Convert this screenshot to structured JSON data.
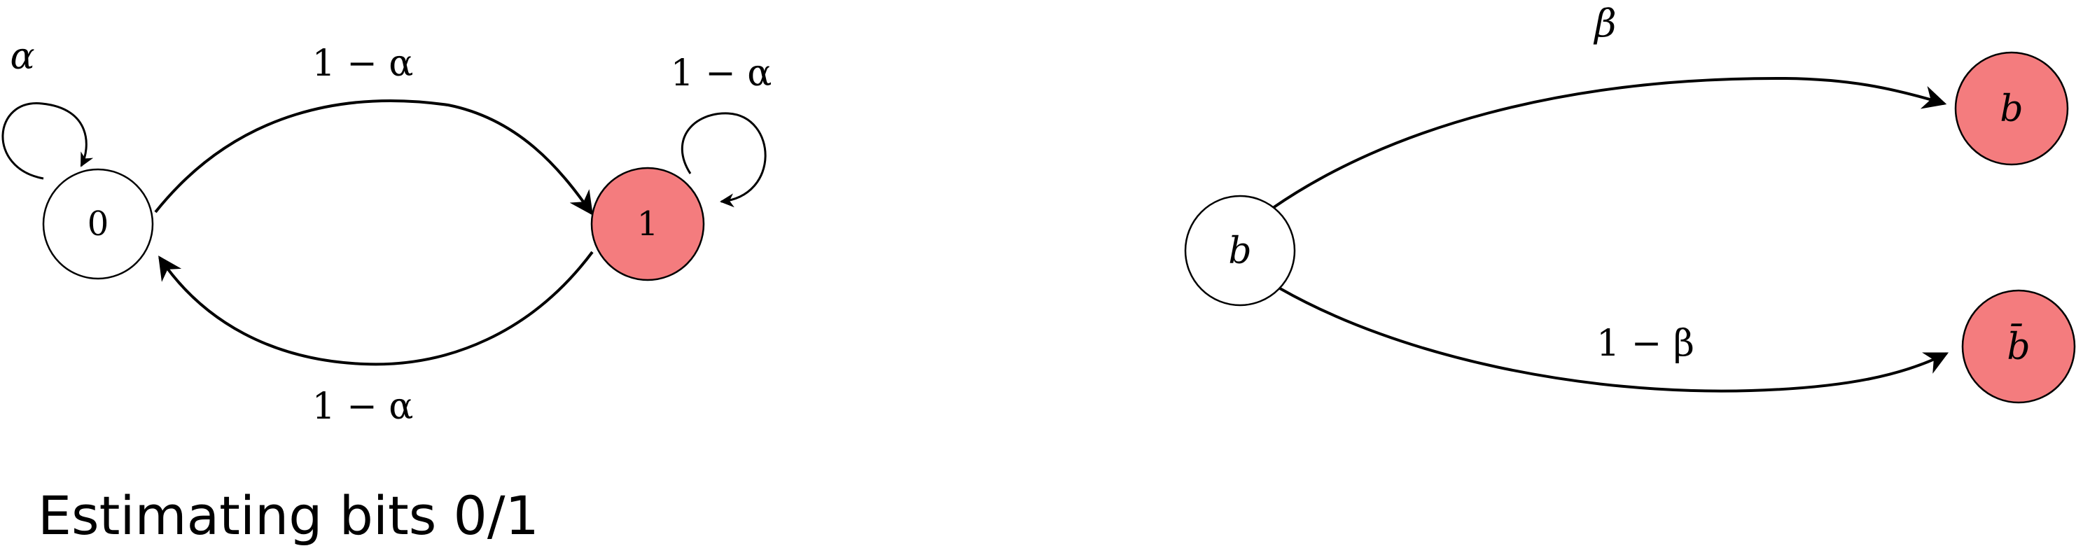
{
  "colors": {
    "highlight_node": "#f47c7e",
    "plain_node": "#ffffff",
    "stroke": "#000000"
  },
  "left_diagram": {
    "nodes": {
      "zero": "0",
      "one": "1"
    },
    "labels": {
      "self_loop_zero": "α",
      "self_loop_one": "1 − α",
      "edge_zero_to_one": "1 − α",
      "edge_one_to_zero": "1 − α"
    },
    "caption": "Estimating bits 0/1"
  },
  "right_diagram": {
    "nodes": {
      "source": "b",
      "target_top": "b",
      "target_bottom": "b̄"
    },
    "labels": {
      "edge_top": "β",
      "edge_bottom": "1 − β"
    }
  }
}
